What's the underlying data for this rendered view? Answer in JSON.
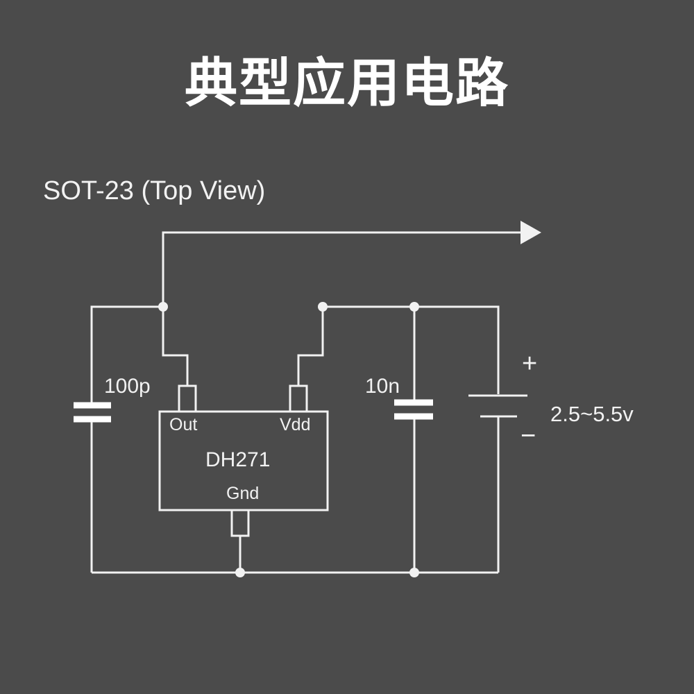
{
  "title": "典型应用电路",
  "package_label": "SOT-23 (Top View)",
  "chip": {
    "name": "DH271",
    "pin_out": "Out",
    "pin_vdd": "Vdd",
    "pin_gnd": "Gnd"
  },
  "capacitors": {
    "output_cap": "100p",
    "supply_cap": "10n"
  },
  "supply": {
    "plus": "+",
    "minus": "−",
    "voltage": "2.5~5.5v"
  },
  "colors": {
    "background": "#4b4b4b",
    "line": "#f2f2f2",
    "title": "#ffffff"
  }
}
